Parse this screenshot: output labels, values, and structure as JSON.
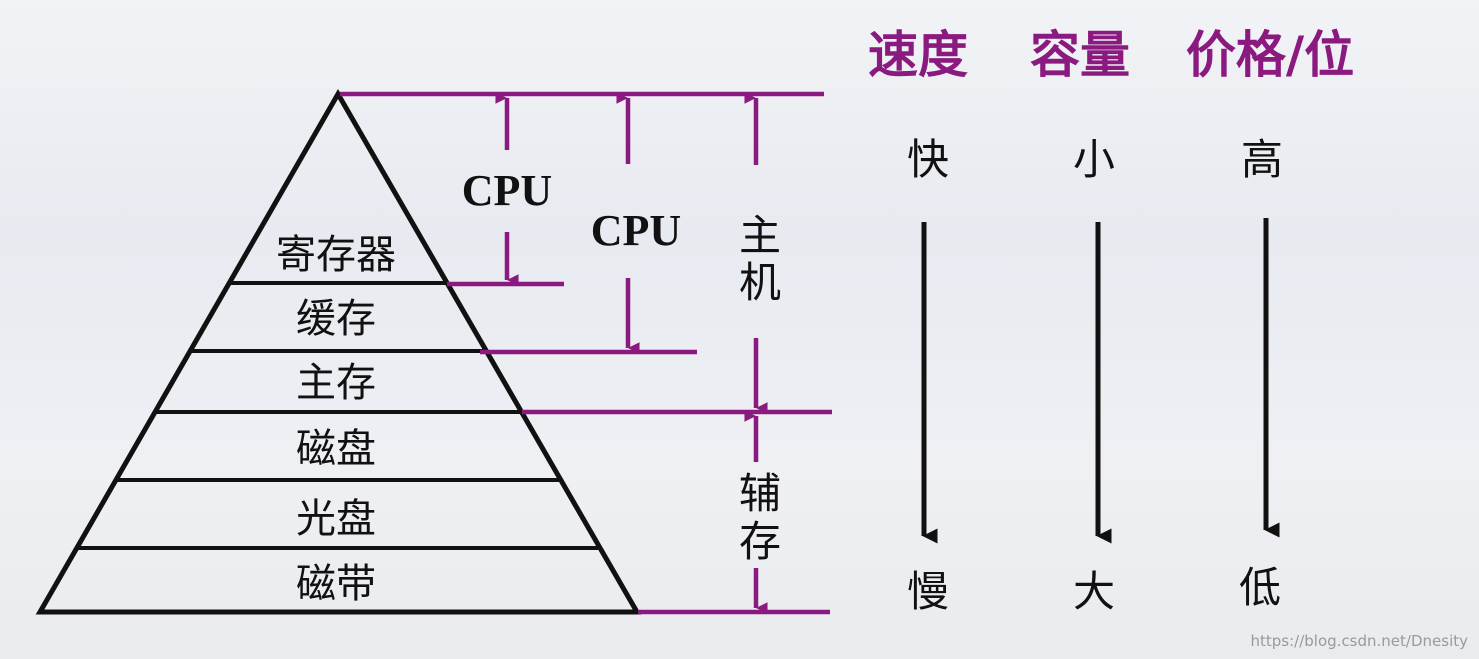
{
  "colors": {
    "accent": "#8a1a7f",
    "ink": "#111111"
  },
  "pyramid": {
    "tiers": [
      "寄存器",
      "缓存",
      "主存",
      "磁盘",
      "光盘",
      "磁带"
    ]
  },
  "brackets": {
    "cpu_inner": "CPU",
    "cpu_outer": "CPU",
    "host": [
      "主",
      "机"
    ],
    "auxiliary": [
      "辅",
      "存"
    ]
  },
  "properties": [
    {
      "header": "速度",
      "top": "快",
      "bottom": "慢"
    },
    {
      "header": "容量",
      "top": "小",
      "bottom": "大"
    },
    {
      "header": "价格/位",
      "top": "高",
      "bottom": "低"
    }
  ],
  "watermark": "https://blog.csdn.net/Dnesity"
}
